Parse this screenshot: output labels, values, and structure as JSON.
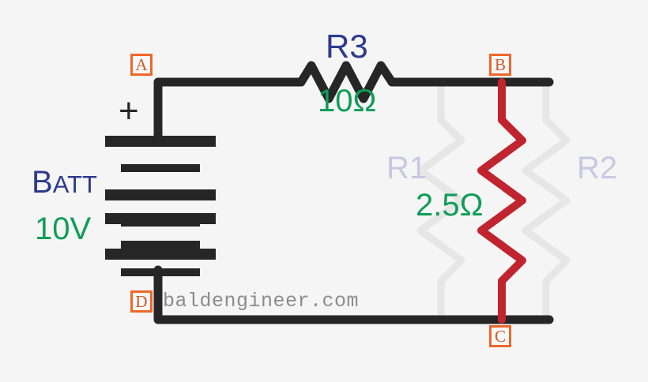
{
  "diagram": {
    "title": "Series-parallel resistor circuit with battery",
    "background_color": "#f5f5f5"
  },
  "colors": {
    "wire": "#262626",
    "battery_plate": "#262626",
    "label_blue": "#2e3a8c",
    "label_green": "#0f9d58",
    "faded_resistor": "#e6e6e6",
    "faded_label": "#c6c9e2",
    "active_resistor_red": "#c0252f",
    "node_box_orange": "#f0672a",
    "node_letter": "#cb5a2b",
    "watermark_gray": "#8c8c8c"
  },
  "nodes": [
    {
      "id": "A",
      "label": "A"
    },
    {
      "id": "B",
      "label": "B"
    },
    {
      "id": "C",
      "label": "C"
    },
    {
      "id": "D",
      "label": "D"
    }
  ],
  "components": {
    "battery": {
      "name": "Batt",
      "name_first_letter": "B",
      "name_rest": "ATT",
      "value": "10V",
      "polarity_marker": "+",
      "plate_count": 8
    },
    "r3": {
      "name": "R3",
      "value": "10Ω",
      "state": "active",
      "orientation": "horizontal"
    },
    "r1": {
      "name": "R1",
      "value": "",
      "state": "faded",
      "orientation": "vertical"
    },
    "r_middle": {
      "name": "",
      "value": "2.5Ω",
      "state": "highlighted",
      "orientation": "vertical"
    },
    "r2": {
      "name": "R2",
      "value": "",
      "state": "faded",
      "orientation": "vertical"
    }
  },
  "watermark": {
    "text": "baldengineer.com"
  }
}
